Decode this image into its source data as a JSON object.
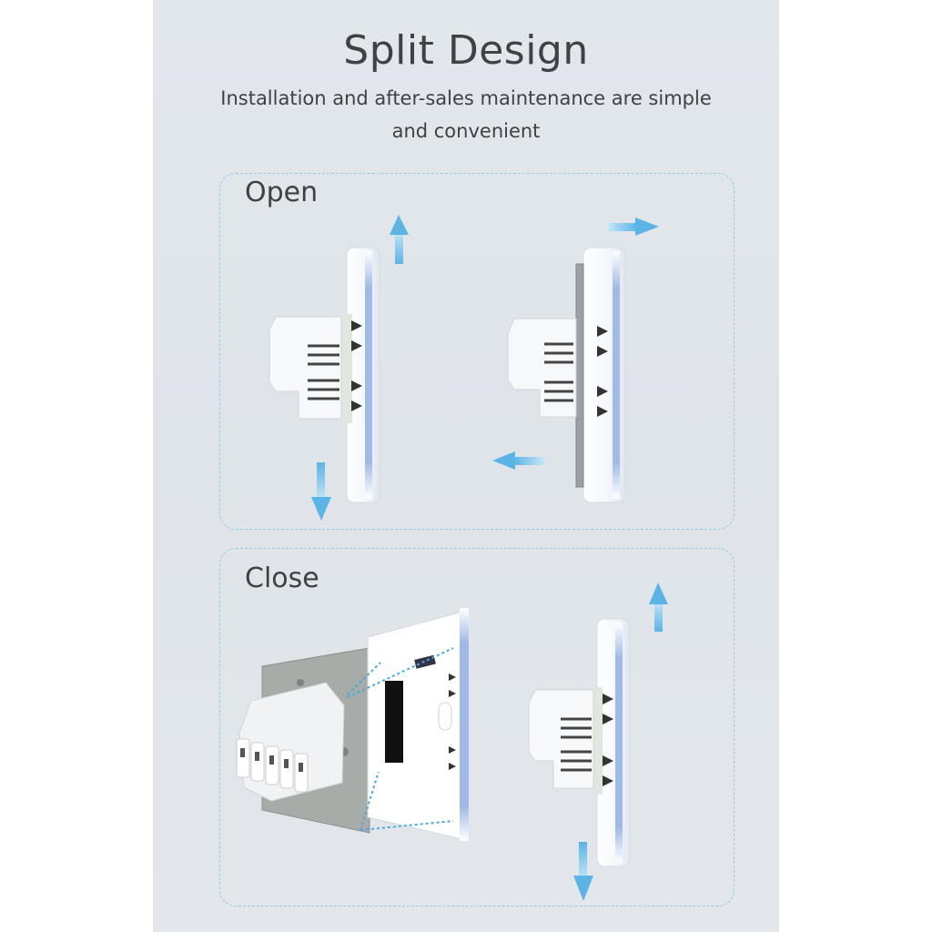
{
  "header": {
    "title": "Split Design",
    "subtitle_line1": "Installation and after-sales maintenance are simple",
    "subtitle_line2": "and convenient"
  },
  "sections": {
    "open_label": "Open",
    "close_label": "Close"
  },
  "colors": {
    "background": "#e1e6eb",
    "text": "#3f4144",
    "accent_blue": "#5ab4e6",
    "dashed_border": "#8fcbe6"
  },
  "icons": [
    "arrow-up-icon",
    "arrow-down-icon",
    "arrow-right-icon",
    "arrow-left-icon"
  ]
}
